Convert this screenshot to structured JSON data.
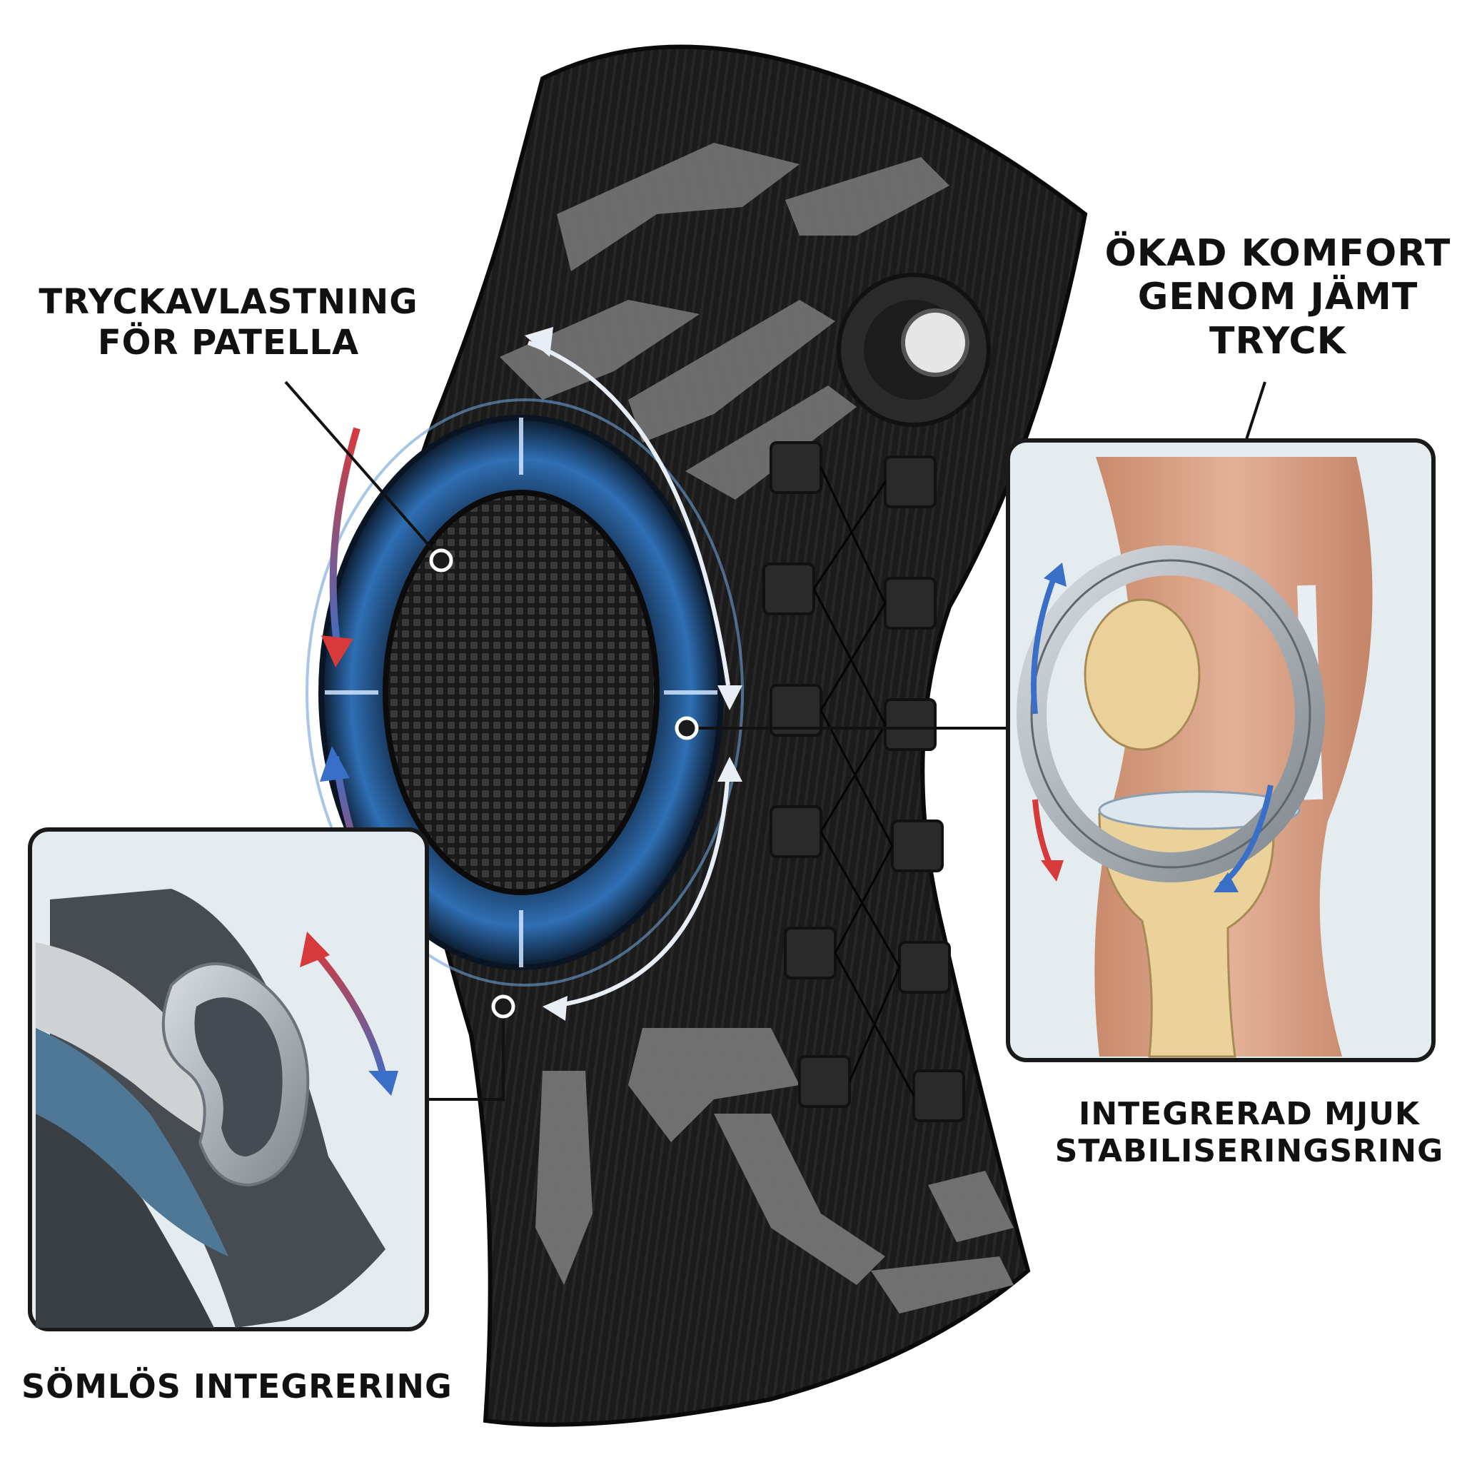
{
  "callouts": {
    "pressure_relief": {
      "line1": "TRYCKAVLASTNING",
      "line2": "FÖR PATELLA"
    },
    "comfort": {
      "line1": "ÖKAD KOMFORT",
      "line2": "GENOM JÄMT",
      "line3": "TRYCK"
    },
    "stabilizing_ring": {
      "line1": "INTEGRERAD MJUK",
      "line2": "STABILISERINGSRING"
    },
    "seamless": {
      "line1": "SÖMLÖS INTEGRERING"
    }
  },
  "colors": {
    "sleeve": "#1d1d1d",
    "sleeve_pattern": "#7a7a7a",
    "glow_ring": "#3a78c2",
    "arrow_red": "#d63a3a",
    "arrow_blue": "#3a6fc8",
    "panel_bg": "#e4ecf0",
    "skin": "#d9a184",
    "bone": "#ead29a",
    "gel_ring": "#a9b0b6"
  },
  "icons": [
    "boa-dial-icon",
    "double-arrow-icon",
    "callout-dot-icon"
  ]
}
